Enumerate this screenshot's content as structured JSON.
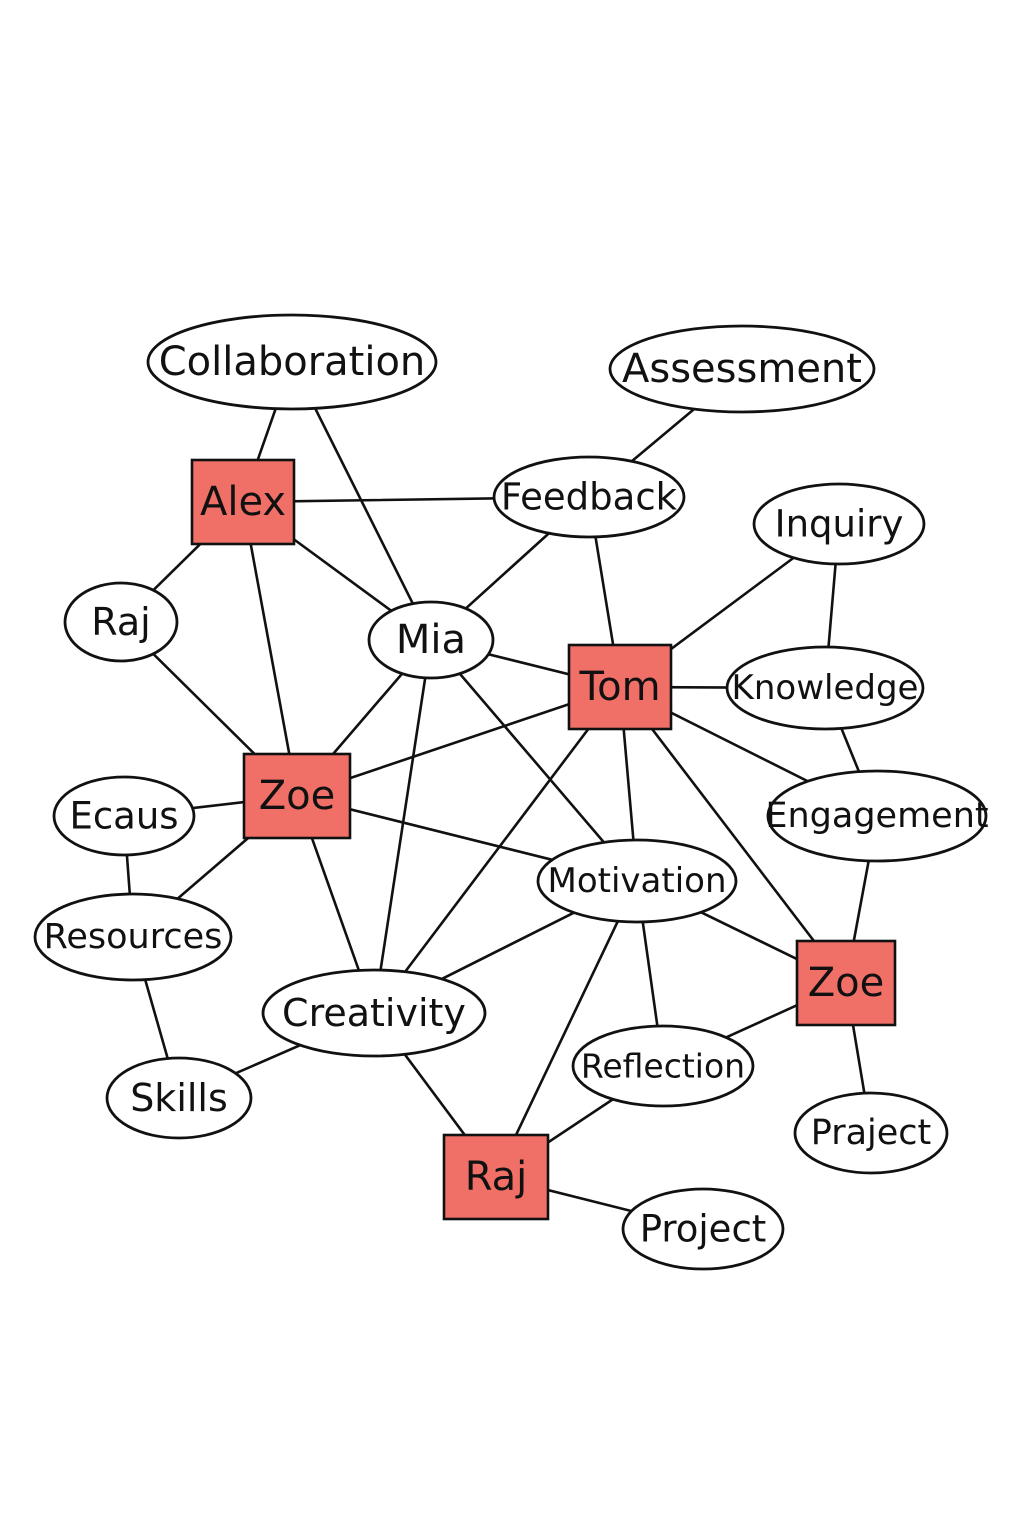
{
  "colors": {
    "person_fill": "#f07068",
    "stroke": "#111111",
    "concept_fill": "#ffffff",
    "background": "#ffffff"
  },
  "nodes": [
    {
      "id": "collaboration",
      "label": "Collaboration",
      "kind": "concept"
    },
    {
      "id": "assessment",
      "label": "Assessment",
      "kind": "concept"
    },
    {
      "id": "alex",
      "label": "Alex",
      "kind": "person"
    },
    {
      "id": "feedback",
      "label": "Feedback",
      "kind": "concept"
    },
    {
      "id": "inquiry",
      "label": "Inquiry",
      "kind": "concept"
    },
    {
      "id": "raj-1",
      "label": "Raj",
      "kind": "concept"
    },
    {
      "id": "mia",
      "label": "Mia",
      "kind": "concept"
    },
    {
      "id": "tom",
      "label": "Tom",
      "kind": "person"
    },
    {
      "id": "knowledge",
      "label": "Knowledge",
      "kind": "concept"
    },
    {
      "id": "zoe-1",
      "label": "Zoe",
      "kind": "person"
    },
    {
      "id": "ecaus",
      "label": "Ecaus",
      "kind": "concept"
    },
    {
      "id": "engagement",
      "label": "Engagement",
      "kind": "concept"
    },
    {
      "id": "motivation",
      "label": "Motivation",
      "kind": "concept"
    },
    {
      "id": "resources",
      "label": "Resources",
      "kind": "concept"
    },
    {
      "id": "zoe-2",
      "label": "Zoe",
      "kind": "person"
    },
    {
      "id": "creativity",
      "label": "Creativity",
      "kind": "concept"
    },
    {
      "id": "reflection",
      "label": "Reflection",
      "kind": "concept"
    },
    {
      "id": "skills",
      "label": "Skills",
      "kind": "concept"
    },
    {
      "id": "praject",
      "label": "Praject",
      "kind": "concept"
    },
    {
      "id": "raj-2",
      "label": "Raj",
      "kind": "person"
    },
    {
      "id": "project",
      "label": "Project",
      "kind": "concept"
    }
  ],
  "edges": [
    [
      "collaboration",
      "alex"
    ],
    [
      "collaboration",
      "mia"
    ],
    [
      "assessment",
      "feedback"
    ],
    [
      "alex",
      "feedback"
    ],
    [
      "alex",
      "raj-1"
    ],
    [
      "alex",
      "mia"
    ],
    [
      "alex",
      "zoe-1"
    ],
    [
      "raj-1",
      "zoe-1"
    ],
    [
      "feedback",
      "mia"
    ],
    [
      "feedback",
      "tom"
    ],
    [
      "inquiry",
      "tom"
    ],
    [
      "inquiry",
      "knowledge"
    ],
    [
      "mia",
      "tom"
    ],
    [
      "mia",
      "zoe-1"
    ],
    [
      "mia",
      "creativity"
    ],
    [
      "mia",
      "motivation"
    ],
    [
      "tom",
      "knowledge"
    ],
    [
      "tom",
      "zoe-1"
    ],
    [
      "tom",
      "engagement"
    ],
    [
      "tom",
      "motivation"
    ],
    [
      "tom",
      "zoe-2"
    ],
    [
      "tom",
      "creativity"
    ],
    [
      "knowledge",
      "engagement"
    ],
    [
      "engagement",
      "zoe-2"
    ],
    [
      "zoe-1",
      "ecaus"
    ],
    [
      "zoe-1",
      "resources"
    ],
    [
      "zoe-1",
      "motivation"
    ],
    [
      "zoe-1",
      "creativity"
    ],
    [
      "ecaus",
      "resources"
    ],
    [
      "resources",
      "skills"
    ],
    [
      "motivation",
      "zoe-2"
    ],
    [
      "motivation",
      "creativity"
    ],
    [
      "motivation",
      "reflection"
    ],
    [
      "motivation",
      "raj-2"
    ],
    [
      "creativity",
      "skills"
    ],
    [
      "creativity",
      "raj-2"
    ],
    [
      "reflection",
      "zoe-2"
    ],
    [
      "reflection",
      "raj-2"
    ],
    [
      "zoe-2",
      "praject"
    ],
    [
      "raj-2",
      "project"
    ]
  ]
}
